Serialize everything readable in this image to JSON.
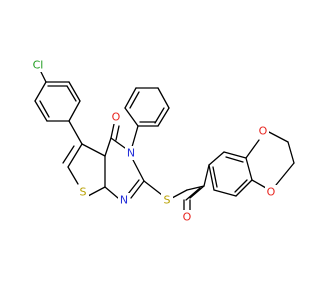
{
  "molecule": {
    "atom_labels": {
      "chlorine": "Cl",
      "carbonyl_oxygen_ring": "O",
      "ring_nitrogen_3": "N",
      "ring_nitrogen_1": "N",
      "thiophene_sulfur": "S",
      "thioether_sulfur": "S",
      "ketone_oxygen": "O",
      "dioxane_oxygen_top": "O",
      "dioxane_oxygen_bottom": "O"
    },
    "colors": {
      "chlorine": "#1f9c1f",
      "oxygen": "#e8251f",
      "nitrogen": "#2530d8",
      "sulfur": "#b8a000",
      "bond": "#000000"
    }
  }
}
